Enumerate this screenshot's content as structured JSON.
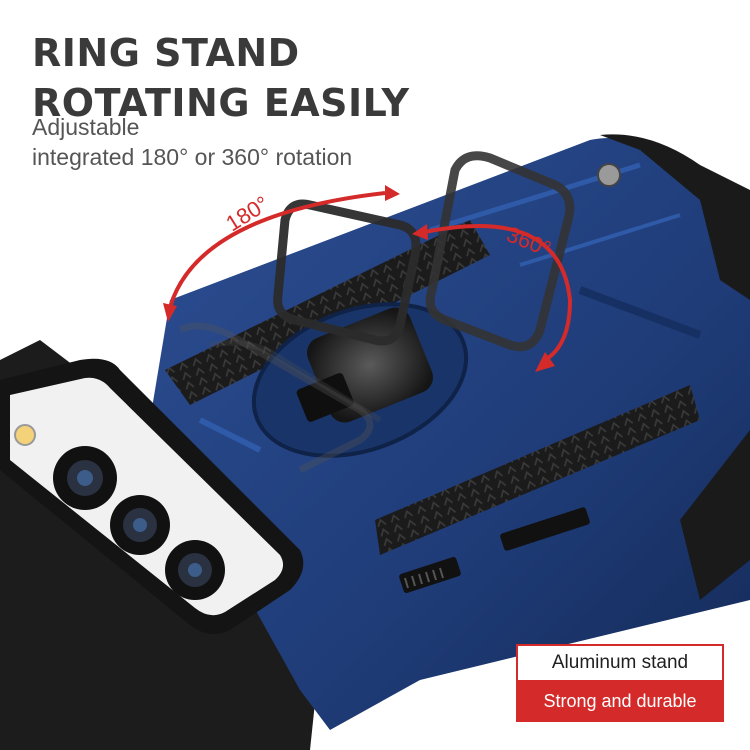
{
  "headline": {
    "line1": "RING STAND",
    "line2": "ROTATING EASILY"
  },
  "subtitle": {
    "line1": "Adjustable",
    "line2": "integrated 180° or 360° rotation"
  },
  "labels": {
    "angle_180": "180°",
    "angle_360": "360°"
  },
  "badges": {
    "top": "Aluminum stand",
    "bottom": "Strong and durable"
  },
  "colors": {
    "case_blue": "#1f3c78",
    "accent_red": "#d42a2a",
    "bumper_black": "#1c1c1c",
    "heading_gray": "#3a3a3a"
  },
  "icons": [
    "rotate-180-arrow-icon",
    "rotate-360-arrow-icon",
    "ring-stand-icon",
    "camera-lens-icon"
  ]
}
